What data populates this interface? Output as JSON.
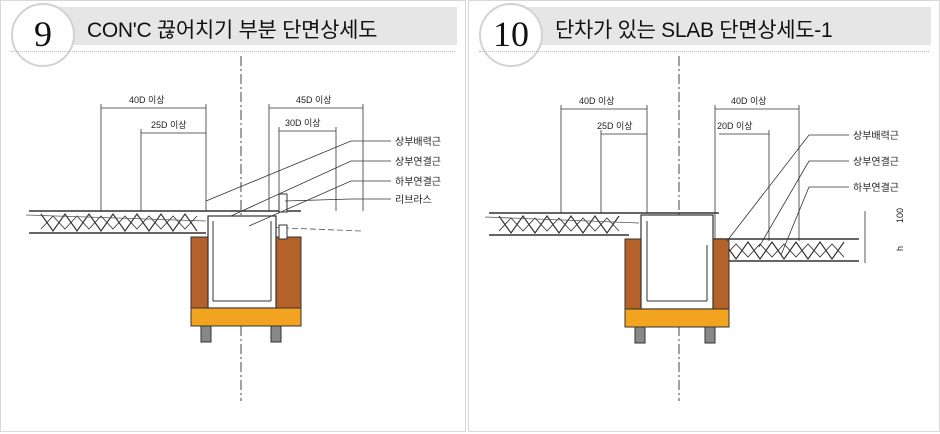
{
  "panel1": {
    "number": "9",
    "title": "CON'C 끊어치기 부분 단면상세도",
    "dims": {
      "d1": "40D 이상",
      "d2": "25D 이상",
      "d3": "45D 이상",
      "d4": "30D 이상"
    },
    "labels": [
      "상부배력근",
      "상부연결근",
      "하부연결근",
      "리브라스"
    ]
  },
  "panel2": {
    "number": "10",
    "title": "단차가 있는 SLAB 단면상세도-1",
    "dims": {
      "d1": "40D 이상",
      "d2": "25D 이상",
      "d3": "40D 이상",
      "d4": "20D 이상",
      "v1": "100",
      "v2": "h"
    },
    "labels": [
      "상부배력근",
      "상부연결근",
      "하부연결근"
    ]
  },
  "colors": {
    "header_bg": "#e6e6e6",
    "form_brown": "#b5622a",
    "beam_orange": "#f2a31f",
    "line": "#333333"
  }
}
